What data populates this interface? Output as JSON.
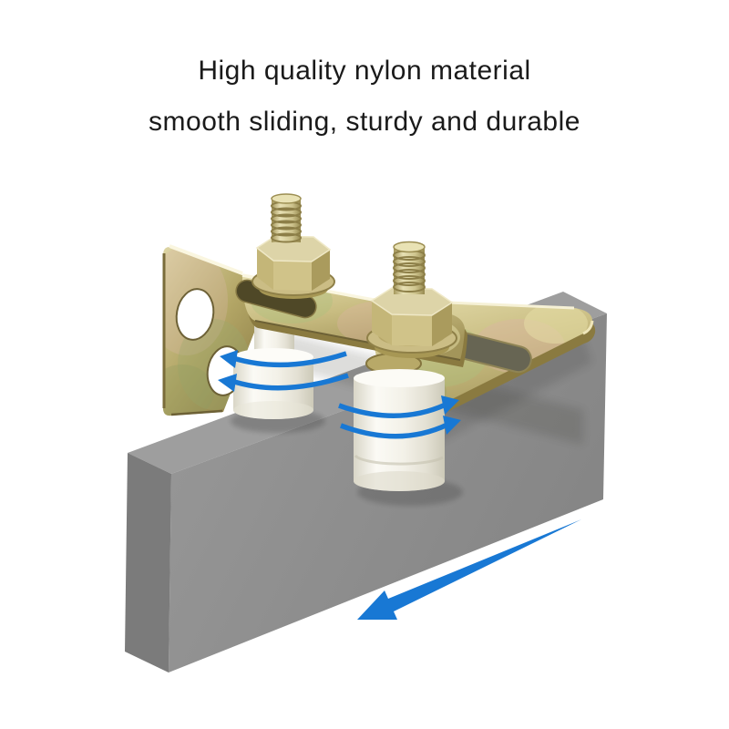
{
  "caption": {
    "line1": "High quality nylon material",
    "line2": "smooth sliding, sturdy and durable"
  },
  "illustration": {
    "description": "Adjustable sliding-gate guide: zinc-plated L-bracket and slotted bar holding two white nylon rollers against a gray gate panel",
    "parts": {
      "bracket_flange": "mounting flange with two screw holes",
      "bracket_arm": "slotted bracket arm",
      "adjustment_bar": "slotted adjustment bar",
      "bolt_left": "hex bolt with washers",
      "bolt_right": "hex bolt with washers",
      "roller_left": "white nylon roller",
      "roller_right": "white nylon roller",
      "gate_panel": "gray sliding gate panel"
    },
    "annotations": {
      "roller_left_rotation": "two curved arrows pointing upper-left",
      "roller_right_rotation": "two curved arrows pointing upper-right",
      "slide_direction": "long arrow pointing lower-left"
    },
    "colors": {
      "arrow_blue": "#1878D4",
      "bracket_gold": "#C9BD82",
      "bracket_gold_dark": "#8A7A40",
      "roller_white": "#F4F2E9",
      "panel_gray_top": "#9E9E9E",
      "panel_gray_front": "#8F8F8F",
      "panel_gray_side": "#7C7C7C",
      "background": "#FFFFFF",
      "text": "#1A1A1A"
    }
  }
}
